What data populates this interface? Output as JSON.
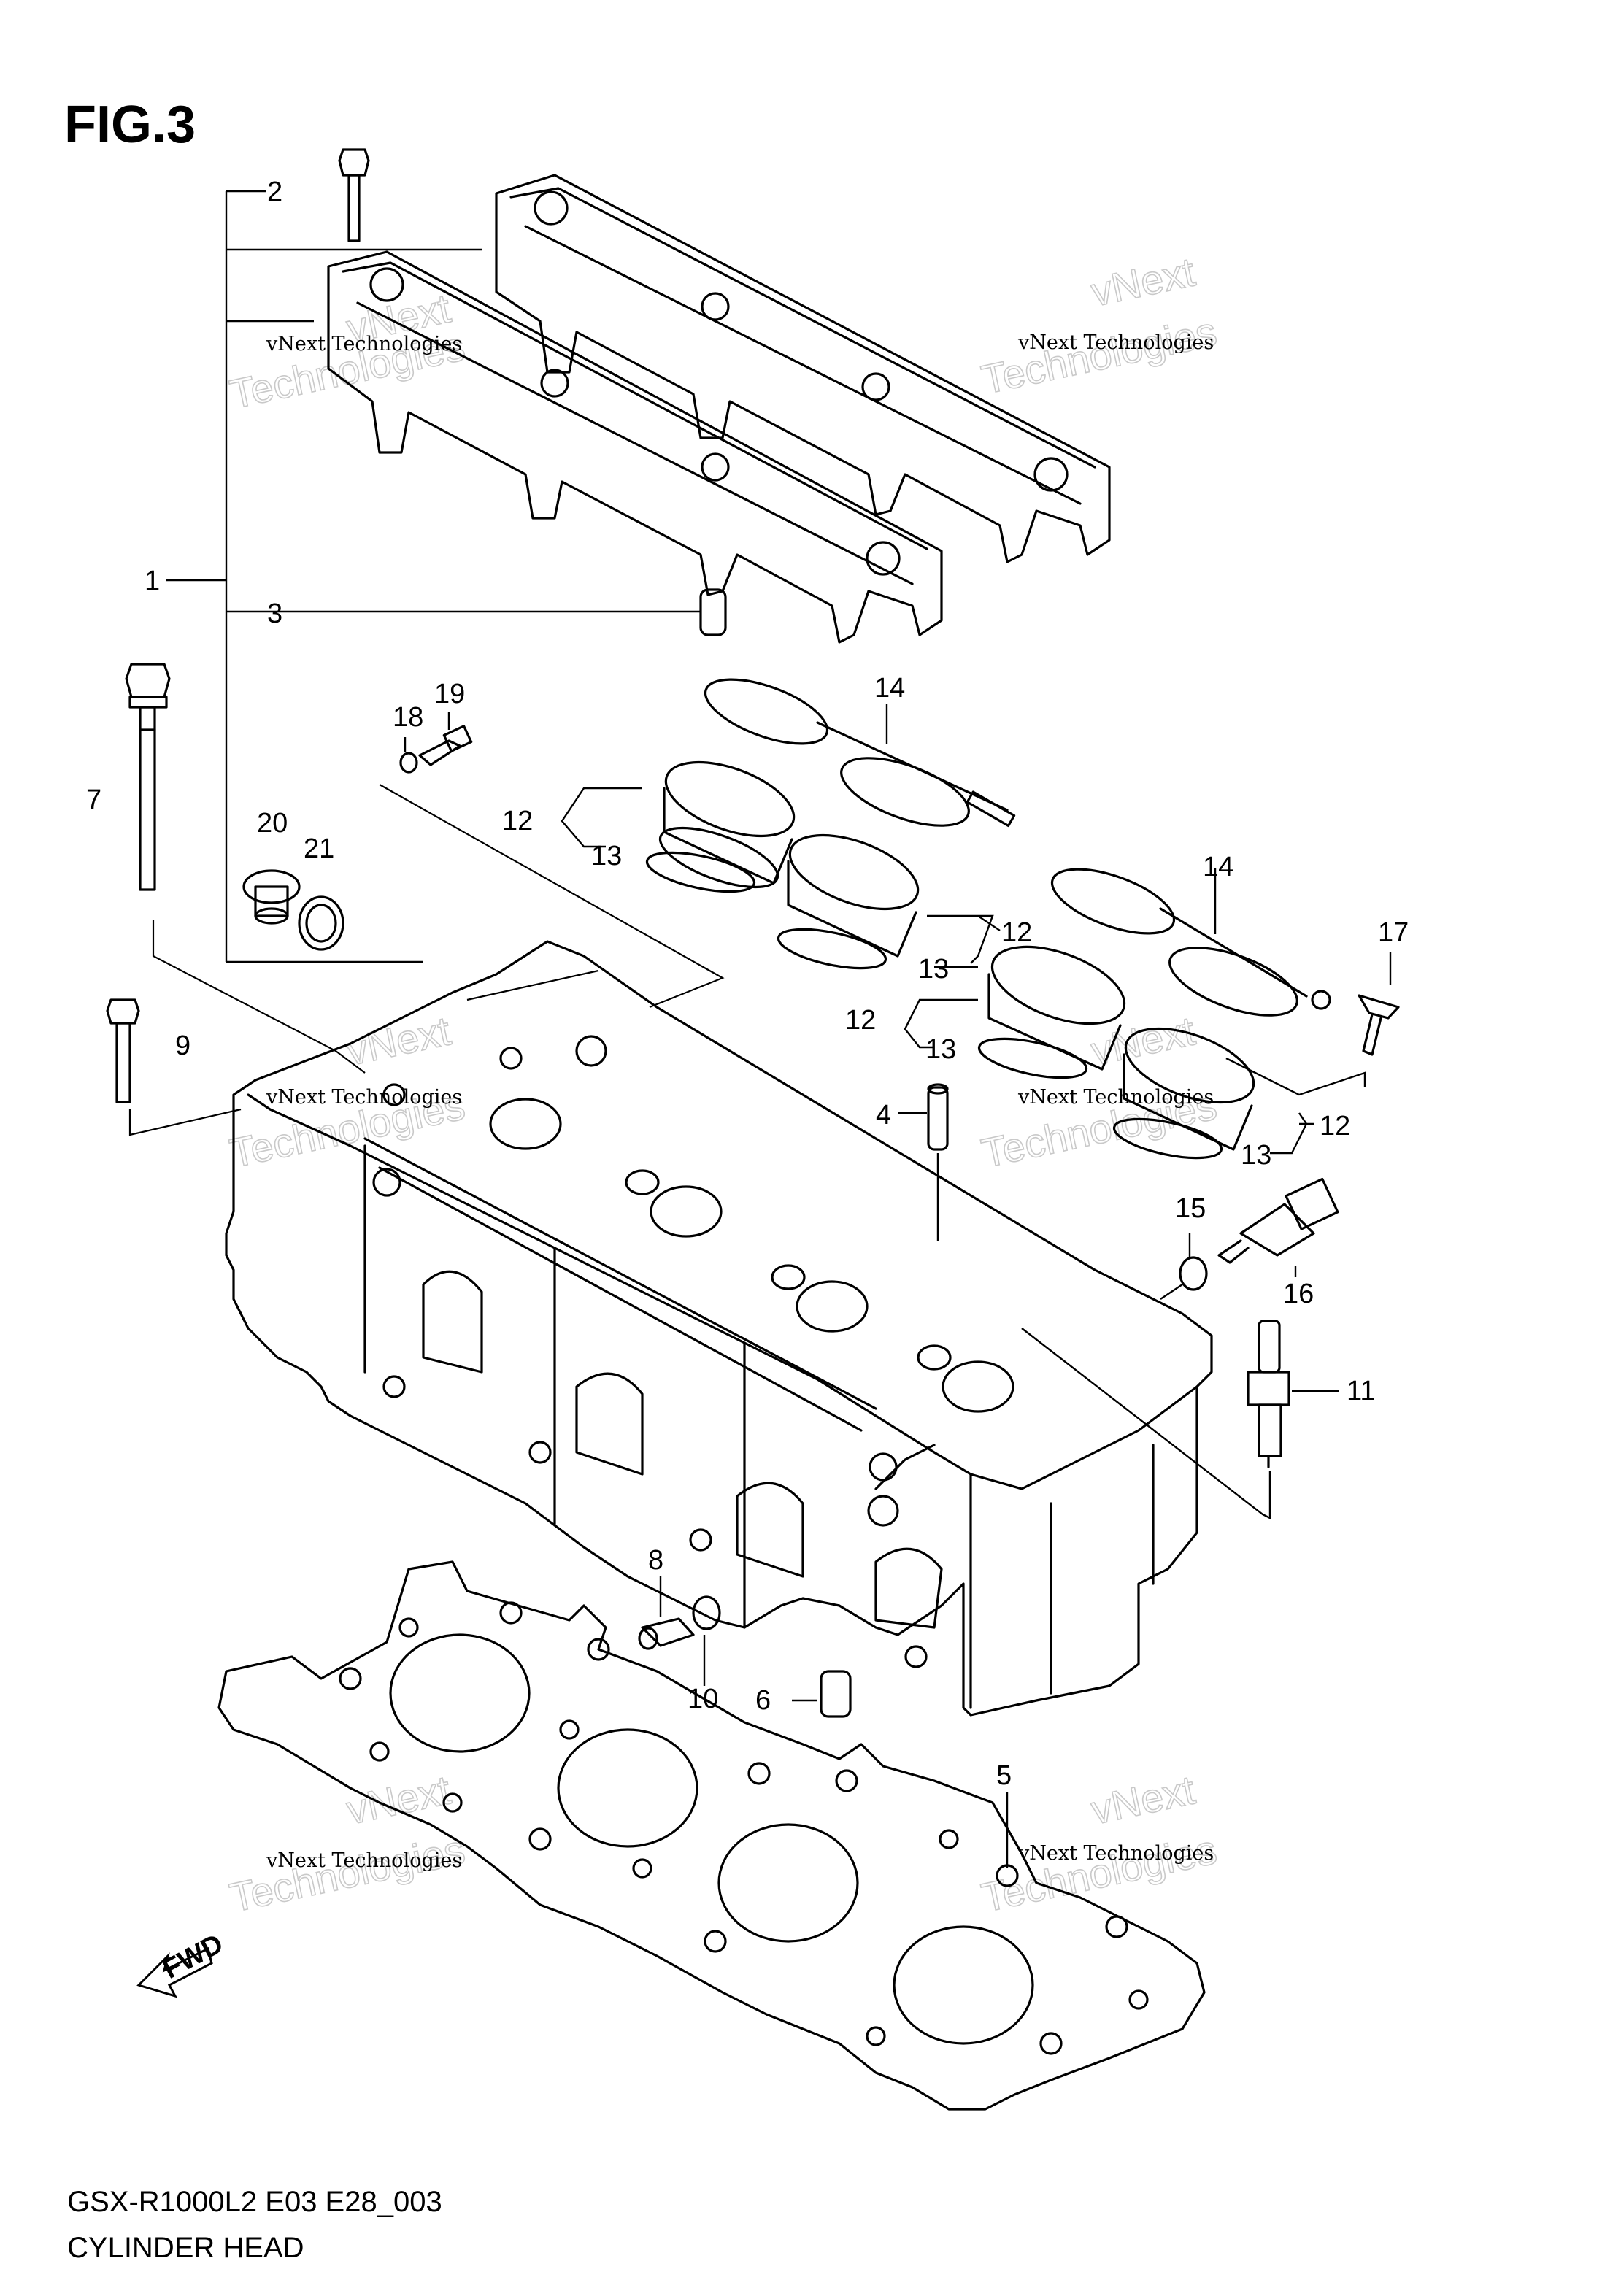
{
  "figure": {
    "title": "FIG.3",
    "model_code": "GSX-R1000L2 E03 E28_003",
    "caption": "CYLINDER HEAD"
  },
  "callouts": [
    {
      "id": "c1",
      "label": "1"
    },
    {
      "id": "c2",
      "label": "2"
    },
    {
      "id": "c3",
      "label": "3"
    },
    {
      "id": "c4",
      "label": "4"
    },
    {
      "id": "c5",
      "label": "5"
    },
    {
      "id": "c6",
      "label": "6"
    },
    {
      "id": "c7",
      "label": "7"
    },
    {
      "id": "c8",
      "label": "8"
    },
    {
      "id": "c9",
      "label": "9"
    },
    {
      "id": "c10",
      "label": "10"
    },
    {
      "id": "c11",
      "label": "11"
    },
    {
      "id": "c12a",
      "label": "12"
    },
    {
      "id": "c12b",
      "label": "12"
    },
    {
      "id": "c12c",
      "label": "12"
    },
    {
      "id": "c12d",
      "label": "12"
    },
    {
      "id": "c13a",
      "label": "13"
    },
    {
      "id": "c13b",
      "label": "13"
    },
    {
      "id": "c13c",
      "label": "13"
    },
    {
      "id": "c13d",
      "label": "13"
    },
    {
      "id": "c14a",
      "label": "14"
    },
    {
      "id": "c14b",
      "label": "14"
    },
    {
      "id": "c15",
      "label": "15"
    },
    {
      "id": "c16",
      "label": "16"
    },
    {
      "id": "c17",
      "label": "17"
    },
    {
      "id": "c18",
      "label": "18"
    },
    {
      "id": "c19",
      "label": "19"
    },
    {
      "id": "c20",
      "label": "20"
    },
    {
      "id": "c21",
      "label": "21"
    }
  ],
  "watermark": {
    "small": "vNext Technologies",
    "large_line1": "vNext",
    "large_line2": "Technologies"
  },
  "fwd_label": "FWD"
}
